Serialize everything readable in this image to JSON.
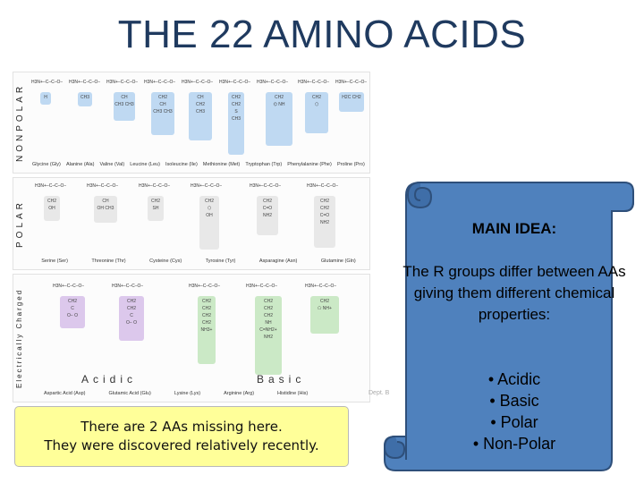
{
  "title": "THE 22 AMINO ACIDS",
  "chart": {
    "nonpolar": {
      "label": "NONPOLAR",
      "names": [
        "Glycine (Gly)",
        "Alanine (Ala)",
        "Valine (Val)",
        "Leucine (Leu)",
        "Isoleucine (Ile)",
        "Methionine (Met)",
        "Tryptophan (Trp)",
        "Phenylalanine (Phe)",
        "Proline (Pro)"
      ]
    },
    "polar": {
      "label": "POLAR",
      "names": [
        "Serine (Ser)",
        "Threonine (Thr)",
        "Cysteine (Cys)",
        "Tyrosine (Tyr)",
        "Asparagine (Asn)",
        "Glutamine (Gln)"
      ]
    },
    "charged": {
      "label": "Electrically Charged",
      "acidic_label": "Acidic",
      "basic_label": "Basic",
      "names": [
        "Aspartic Acid (Asp)",
        "Glutamic Acid (Glu)",
        "Lysine (Lys)",
        "Arginine (Arg)",
        "Histidine (His)"
      ]
    },
    "backbone": "H3N+–C–C–O−",
    "credit": "Dept. B"
  },
  "note": {
    "line1": "There are 2 AAs missing here.",
    "line2": "They were discovered relatively recently."
  },
  "callout": {
    "heading": "MAIN IDEA:",
    "text": "The R groups differ between AAs giving them different chemical properties:",
    "bullets": [
      "Acidic",
      "Basic",
      "Polar",
      "Non-Polar"
    ]
  },
  "colors": {
    "title": "#1f3a5f",
    "scroll_fill": "#4f81bd",
    "scroll_stroke": "#2e4f7a",
    "note_fill": "#ffff99",
    "nonpolar": "#bfd9f2",
    "polar": "#e8e8e8",
    "acidic": "#dcc8ec",
    "basic": "#cbe9c6"
  }
}
